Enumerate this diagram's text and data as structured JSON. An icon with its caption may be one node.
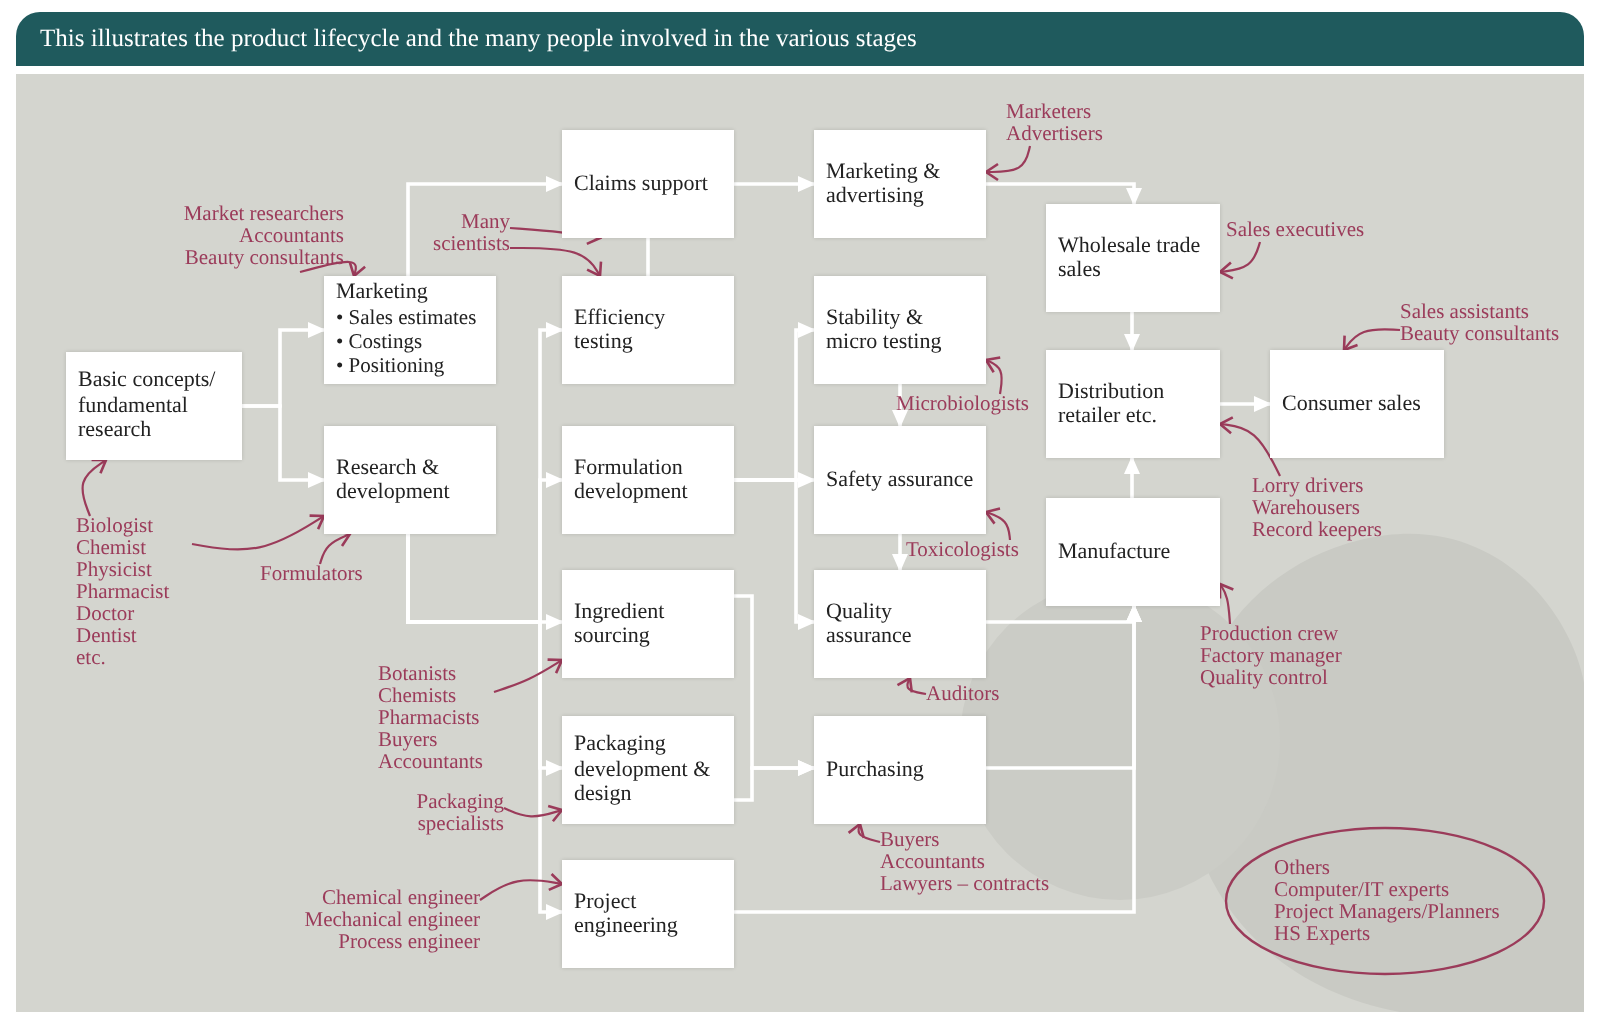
{
  "diagram": {
    "title": "This illustrates the product lifecycle and the many people involved in the various stages",
    "nodes": [
      {
        "text": [
          "Basic concepts/ fundamental research"
        ]
      },
      {
        "text": [
          "Marketing",
          "• Sales estimates",
          "• Costings",
          "• Positioning"
        ]
      },
      {
        "text": [
          "Research & development"
        ]
      },
      {
        "text": [
          "Claims support"
        ]
      },
      {
        "text": [
          "Efficiency testing"
        ]
      },
      {
        "text": [
          "Formulation development"
        ]
      },
      {
        "text": [
          "Ingredient sourcing"
        ]
      },
      {
        "text": [
          "Packaging development & design"
        ]
      },
      {
        "text": [
          "Project engineering"
        ]
      },
      {
        "text": [
          "Marketing & advertising"
        ]
      },
      {
        "text": [
          "Stability & micro testing"
        ]
      },
      {
        "text": [
          "Safety assurance"
        ]
      },
      {
        "text": [
          "Quality assurance"
        ]
      },
      {
        "text": [
          "Purchasing"
        ]
      },
      {
        "text": [
          "Wholesale trade sales"
        ]
      },
      {
        "text": [
          "Distribution retailer etc."
        ]
      },
      {
        "text": [
          "Consumer sales"
        ]
      },
      {
        "text": [
          "Manufacture"
        ]
      },
      {
        "text": [
          "Market researchers",
          "Accountants",
          "Beauty consultants"
        ]
      },
      {
        "text": [
          "Many",
          "scientists"
        ]
      },
      {
        "text": [
          "Marketers",
          "Advertisers"
        ]
      },
      {
        "text": [
          "Sales executives"
        ]
      },
      {
        "text": [
          "Sales assistants",
          "Beauty consultants"
        ]
      },
      {
        "text": [
          "Microbiologists"
        ]
      },
      {
        "text": [
          "Toxicologists"
        ]
      },
      {
        "text": [
          "Biologist",
          "Chemist",
          "Physicist",
          "Pharmacist",
          "Doctor",
          "Dentist",
          "etc."
        ]
      },
      {
        "text": [
          "Formulators"
        ]
      },
      {
        "text": [
          "Lorry drivers",
          "Warehousers",
          "Record keepers"
        ]
      },
      {
        "text": [
          "Auditors"
        ]
      },
      {
        "text": [
          "Production crew",
          "Factory manager",
          "Quality control"
        ]
      },
      {
        "text": [
          "Botanists",
          "Chemists",
          "Pharmacists",
          "Buyers",
          "Accountants"
        ]
      },
      {
        "text": [
          "Packaging",
          "specialists"
        ]
      },
      {
        "text": [
          "Buyers",
          "Accountants",
          "Lawyers – contracts"
        ]
      },
      {
        "text": [
          "Chemical engineer",
          "Mechanical engineer",
          "Process engineer"
        ]
      },
      {
        "text": [
          "Others",
          "Computer/IT experts",
          "Project Managers/Planners",
          "HS Experts"
        ]
      }
    ],
    "edges": [
      {
        "from": 0,
        "to": 1,
        "arrow": "to"
      },
      {
        "from": 0,
        "to": 2,
        "arrow": "to"
      },
      {
        "from": 1,
        "to": 3,
        "arrow": "to"
      },
      {
        "from": 3,
        "to": 9,
        "arrow": "to"
      },
      {
        "from": 3,
        "to": 4,
        "arrow": "none"
      },
      {
        "from": 2,
        "to": 4,
        "arrow": "to"
      },
      {
        "from": 2,
        "to": 5,
        "arrow": "to"
      },
      {
        "from": 2,
        "to": 6,
        "arrow": "to"
      },
      {
        "from": 2,
        "to": 7,
        "arrow": "to"
      },
      {
        "from": 2,
        "to": 8,
        "arrow": "to"
      },
      {
        "from": 5,
        "to": 10,
        "arrow": "to"
      },
      {
        "from": 5,
        "to": 11,
        "arrow": "to"
      },
      {
        "from": 5,
        "to": 12,
        "arrow": "to"
      },
      {
        "from": 6,
        "to": 13,
        "arrow": "to"
      },
      {
        "from": 7,
        "to": 13,
        "arrow": "to"
      },
      {
        "from": 9,
        "to": 14,
        "arrow": "to"
      },
      {
        "from": 10,
        "to": 11,
        "arrow": "to"
      },
      {
        "from": 11,
        "to": 12,
        "arrow": "to"
      },
      {
        "from": 14,
        "to": 15,
        "arrow": "to"
      },
      {
        "from": 17,
        "to": 15,
        "arrow": "to"
      },
      {
        "from": 15,
        "to": 16,
        "arrow": "to"
      },
      {
        "from": 12,
        "to": 17,
        "arrow": "to"
      },
      {
        "from": 13,
        "to": 17,
        "arrow": "to"
      },
      {
        "from": 8,
        "to": 17,
        "arrow": "to"
      },
      {
        "from": 18,
        "to": 1,
        "arrow": "to",
        "color": "#9b3b5a"
      },
      {
        "from": 19,
        "to": 3,
        "arrow": "to",
        "color": "#9b3b5a"
      },
      {
        "from": 19,
        "to": 4,
        "arrow": "to",
        "color": "#9b3b5a"
      },
      {
        "from": 20,
        "to": 9,
        "arrow": "to",
        "color": "#9b3b5a"
      },
      {
        "from": 21,
        "to": 14,
        "arrow": "to",
        "color": "#9b3b5a"
      },
      {
        "from": 22,
        "to": 16,
        "arrow": "to",
        "color": "#9b3b5a"
      },
      {
        "from": 23,
        "to": 10,
        "arrow": "to",
        "color": "#9b3b5a"
      },
      {
        "from": 24,
        "to": 11,
        "arrow": "to",
        "color": "#9b3b5a"
      },
      {
        "from": 25,
        "to": 0,
        "arrow": "to",
        "color": "#9b3b5a"
      },
      {
        "from": 25,
        "to": 2,
        "arrow": "to",
        "color": "#9b3b5a"
      },
      {
        "from": 26,
        "to": 2,
        "arrow": "to",
        "color": "#9b3b5a"
      },
      {
        "from": 27,
        "to": 15,
        "arrow": "to",
        "color": "#9b3b5a"
      },
      {
        "from": 28,
        "to": 12,
        "arrow": "to",
        "color": "#9b3b5a"
      },
      {
        "from": 29,
        "to": 17,
        "arrow": "to",
        "color": "#9b3b5a"
      },
      {
        "from": 30,
        "to": 6,
        "arrow": "to",
        "color": "#9b3b5a"
      },
      {
        "from": 31,
        "to": 7,
        "arrow": "to",
        "color": "#9b3b5a"
      },
      {
        "from": 32,
        "to": 13,
        "arrow": "to",
        "color": "#9b3b5a"
      },
      {
        "from": 33,
        "to": 8,
        "arrow": "to",
        "color": "#9b3b5a"
      }
    ]
  }
}
